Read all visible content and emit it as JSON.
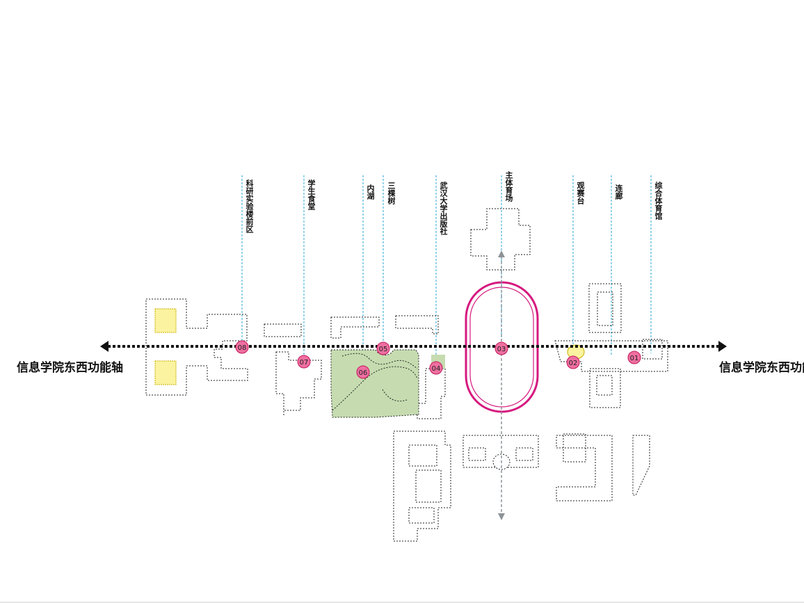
{
  "axis": {
    "left_label": "信息学院东西功能轴",
    "right_label": "信息学院东西功能轴"
  },
  "points": [
    {
      "id": "08",
      "name": "科研实验楼前区"
    },
    {
      "id": "07",
      "name": "学生食堂"
    },
    {
      "id": "06",
      "name": "内湖"
    },
    {
      "id": "05",
      "name": "三棵树"
    },
    {
      "id": "04",
      "name": "武汉大学出版社"
    },
    {
      "id": "03",
      "name": "主体育场"
    },
    {
      "id": "02",
      "name": "观赛台"
    },
    {
      "id": "corridor",
      "name": "连廊"
    },
    {
      "id": "01",
      "name": "综合体育馆"
    }
  ],
  "colors": {
    "marker_fill": "#ee6fa0",
    "marker_stroke": "#c2185b",
    "track": "#d6197f",
    "lake": "#c6dcb0",
    "yellow": "#fbf3a0",
    "guide": "#2aa7d6",
    "axis": "#111111",
    "vertical_axis": "#8c9398"
  }
}
